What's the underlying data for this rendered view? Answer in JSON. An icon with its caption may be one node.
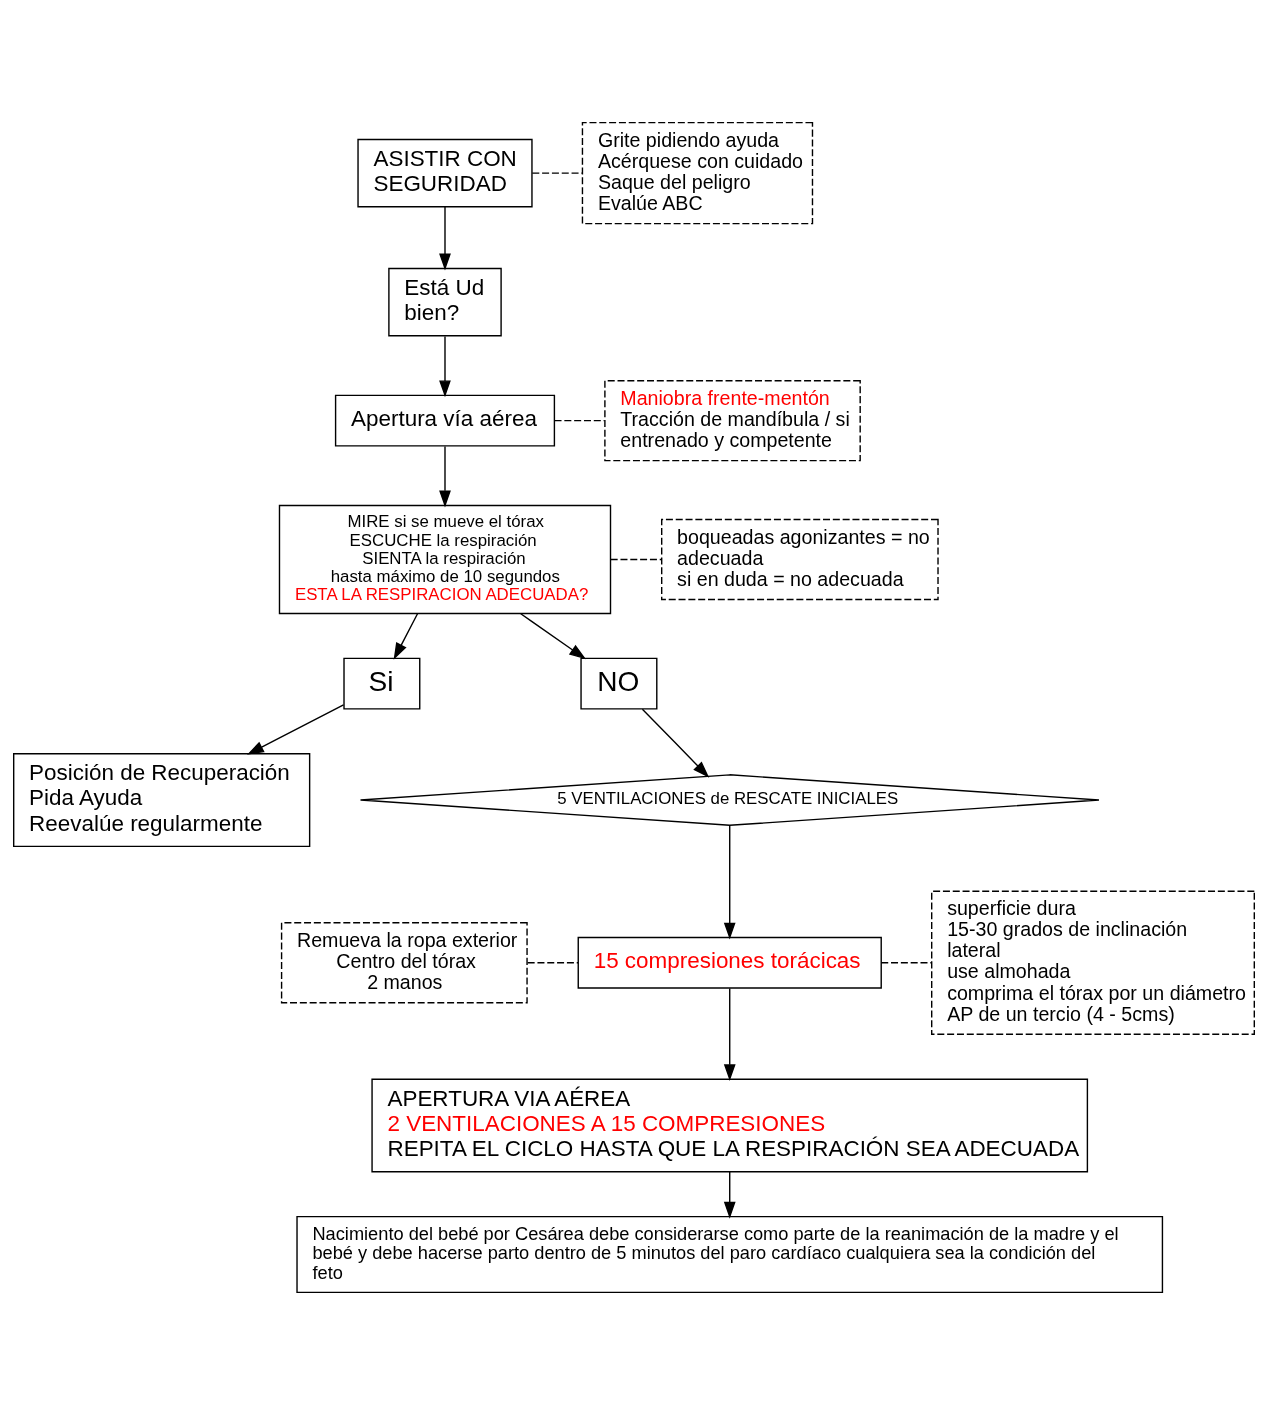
{
  "diagram": {
    "nodes": [
      {
        "text": [
          "ASISTIR CON SEGURIDAD"
        ]
      },
      {
        "text": [
          "Grite pidiendo ayuda",
          "Acérquese con cuidado",
          "Saque del peligro",
          "Evalúe ABC"
        ]
      },
      {
        "text": [
          "Está Ud bien?"
        ]
      },
      {
        "text": [
          "Apertura vía aérea"
        ]
      },
      {
        "text": [
          "Maniobra frente-mentón",
          "Tracción de mandíbula / si entrenado y competente"
        ]
      },
      {
        "text": [
          "MIRE si se mueve el tórax",
          "ESCUCHE la respiración",
          "SIENTA la respiración",
          "hasta máximo de 10 segundos",
          "ESTA LA RESPIRACION ADECUADA?"
        ]
      },
      {
        "text": [
          "boqueadas agonizantes = no adecuada",
          "si en duda = no adecuada"
        ]
      },
      {
        "text": [
          "Si"
        ]
      },
      {
        "text": [
          "NO"
        ]
      },
      {
        "text": [
          "Posición de Recuperación",
          "Pida Ayuda",
          "Reevalúe regularmente"
        ]
      },
      {
        "text": [
          "5 VENTILACIONES de RESCATE INICIALES"
        ]
      },
      {
        "text": [
          "Remueva la ropa exterior",
          "Centro del tórax",
          "2 manos"
        ]
      },
      {
        "text": [
          "15 compresiones torácicas"
        ]
      },
      {
        "text": [
          "superficie dura",
          "15-30 grados de inclinación lateral",
          "use almohada",
          "comprima el tórax por un diámetro AP de un tercio (4 - 5cms)"
        ]
      },
      {
        "text": [
          "APERTURA VIA AÉREA",
          "2 VENTILACIONES A 15 COMPRESIONES",
          "REPITA EL CICLO HASTA QUE LA RESPIRACIÓN SEA ADECUADA"
        ]
      },
      {
        "text": [
          "Nacimiento del bebé por Cesárea debe considerarse como parte de la reanimación de la madre y el bebé y debe hacerse parto dentro de 5 minutos del paro cardíaco cualquiera sea la condición del feto"
        ]
      }
    ],
    "edges": [
      {
        "from": 0,
        "to": 2,
        "arrow": "to"
      },
      {
        "from": 0,
        "to": 1,
        "arrow": "none",
        "style": "dashed"
      },
      {
        "from": 2,
        "to": 3,
        "arrow": "to"
      },
      {
        "from": 3,
        "to": 4,
        "arrow": "none",
        "style": "dashed"
      },
      {
        "from": 3,
        "to": 5,
        "arrow": "to"
      },
      {
        "from": 5,
        "to": 6,
        "arrow": "none",
        "style": "dashed"
      },
      {
        "from": 5,
        "to": 7,
        "arrow": "to"
      },
      {
        "from": 5,
        "to": 8,
        "arrow": "to"
      },
      {
        "from": 7,
        "to": 9,
        "arrow": "to"
      },
      {
        "from": 8,
        "to": 10,
        "arrow": "to"
      },
      {
        "from": 10,
        "to": 12,
        "arrow": "to"
      },
      {
        "from": 11,
        "to": 12,
        "arrow": "none",
        "style": "dashed"
      },
      {
        "from": 12,
        "to": 13,
        "arrow": "none",
        "style": "dashed"
      },
      {
        "from": 12,
        "to": 14,
        "arrow": "to"
      },
      {
        "from": 14,
        "to": 15,
        "arrow": "to"
      }
    ]
  }
}
